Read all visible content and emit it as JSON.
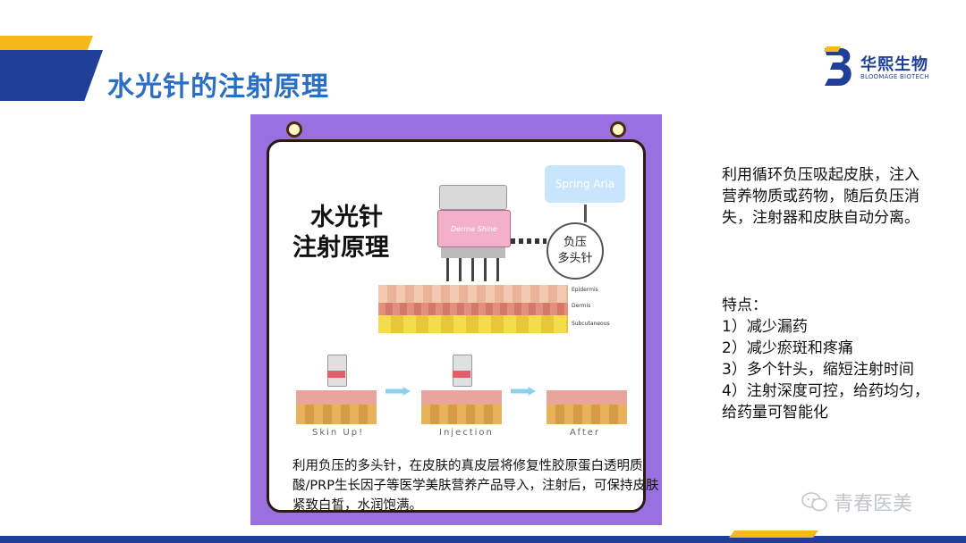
{
  "header": {
    "title": "水光针的注射原理"
  },
  "logo": {
    "name_cn": "华熙生物",
    "name_en": "BLOOMAGE BIOTECH",
    "color": "#1f3f99"
  },
  "illustration": {
    "title_line1": "水光针",
    "title_line2": "注射原理",
    "spring_label": "Spring Aria",
    "device_brand": "Derma Shine",
    "circle_line1": "负压",
    "circle_line2": "多头针",
    "layers": [
      "Epidermis",
      "Dermis",
      "Subcutaneous"
    ],
    "steps": [
      "Skin Up!",
      "Injection",
      "After"
    ],
    "description": "利用负压的多头针，在皮肤的真皮层将修复性胶原蛋白透明质酸/PRP生长因子等医学美肤营养产品导入，注射后，可保持皮肤紧致白皙，水润饱满。"
  },
  "right_text": {
    "intro": "利用循环负压吸起皮肤，注入营养物质或药物，随后负压消失，注射器和皮肤自动分离。",
    "features_title": "特点：",
    "features": [
      "1）减少漏药",
      "2）减少瘀斑和疼痛",
      "3）多个针头，缩短注射时间",
      "4）注射深度可控，给药均匀，给药量可智能化"
    ]
  },
  "watermark": {
    "text": "青春医美",
    "icon": "wechat-icon"
  },
  "colors": {
    "title_blue": "#2a6fc4",
    "brand_blue": "#1f3f99",
    "accent_yellow": "#f7b81a",
    "panel_purple": "#9a6fe0"
  }
}
